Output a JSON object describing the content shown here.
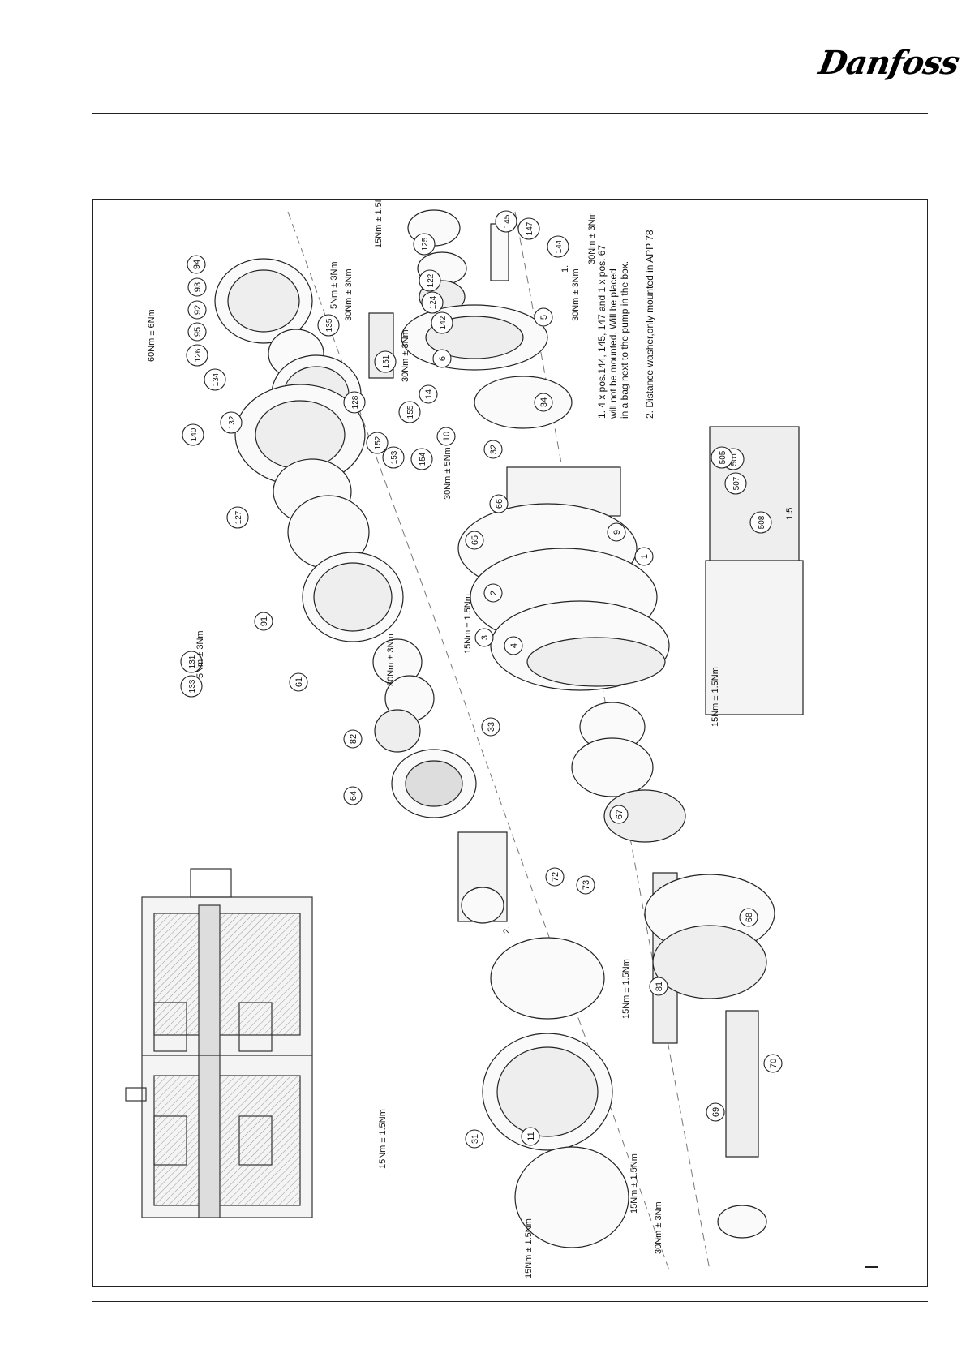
{
  "brand": {
    "logo_text": "Danfoss"
  },
  "diagram": {
    "part_numbers": [
      "1",
      "2",
      "3",
      "4",
      "5",
      "6",
      "9",
      "10",
      "11",
      "14",
      "31",
      "32",
      "33",
      "34",
      "61",
      "64",
      "65",
      "66",
      "67",
      "68",
      "69",
      "70",
      "72",
      "73",
      "81",
      "82",
      "91",
      "92",
      "93",
      "94",
      "95",
      "122",
      "124",
      "125",
      "126",
      "127",
      "128",
      "131",
      "132",
      "133",
      "134",
      "135",
      "140",
      "142",
      "144",
      "145",
      "147",
      "151",
      "152",
      "153",
      "154",
      "155",
      "501",
      "505",
      "507",
      "508"
    ],
    "torque_specs": [
      "60Nm ± 6Nm",
      "5Nm ± 3Nm",
      "30Nm ± 3Nm",
      "15Nm ± 1.5Nm",
      "30Nm ± 5Nm"
    ],
    "notes": [
      "1. 4 x pos.144, 145, 147 and 1 x pos. 67",
      "will not be mounted. Will be placed",
      "in a bag next to the pump in the box.",
      "2. Distance washer,only mounted in APP 78"
    ],
    "ref_marks": [
      "1.",
      "2."
    ],
    "scale": "1:5"
  }
}
